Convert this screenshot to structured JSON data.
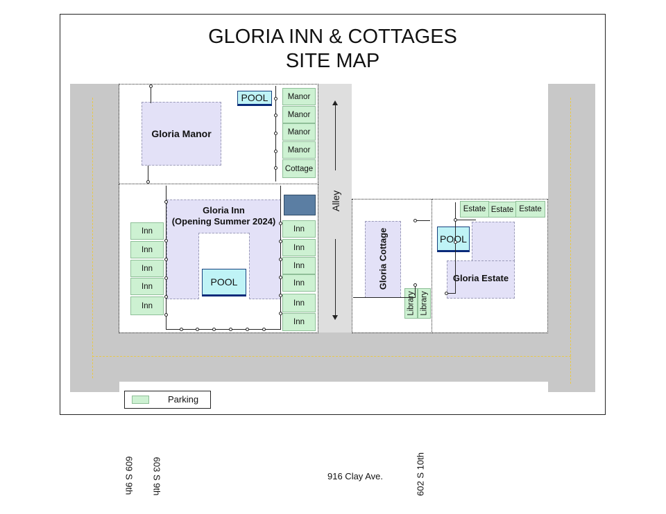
{
  "title": {
    "line1": "GLORIA INN & COTTAGES",
    "line2": "SITE MAP"
  },
  "buildings": {
    "manor": "Gloria Manor",
    "inn_line1": "Gloria Inn",
    "inn_line2": "(Opening Summer 2024)",
    "cottage": "Gloria Cottage",
    "estate": "Gloria Estate"
  },
  "pools": {
    "manor": "POOL",
    "inn": "POOL",
    "estate": "POOL"
  },
  "alley": "Alley",
  "parking": {
    "manor_column": [
      "Manor",
      "Manor",
      "Manor",
      "Manor",
      "Cottage"
    ],
    "inn_left": [
      "Inn",
      "Inn",
      "Inn",
      "Inn",
      "Inn"
    ],
    "inn_right": [
      "Inn",
      "Inn",
      "Inn",
      "Inn",
      "Inn",
      "Inn"
    ],
    "estate_row": [
      "Estate",
      "Estate",
      "Estate"
    ],
    "library": [
      "Library",
      "Library"
    ]
  },
  "legend": {
    "label": "Parking"
  },
  "addresses": {
    "a609": "609 S 9th",
    "a603": "603 S 9th",
    "clay": "916 Clay Ave.",
    "a602": "602 S 10th"
  },
  "colors": {
    "building_fill": "#e3e1f7",
    "pool_fill": "#bff3f6",
    "parking_fill": "#cdf1d2",
    "road": "#c8c8c8",
    "road_center_line": "#e8c84a",
    "unlabeled_building": "#5b7ea3"
  }
}
